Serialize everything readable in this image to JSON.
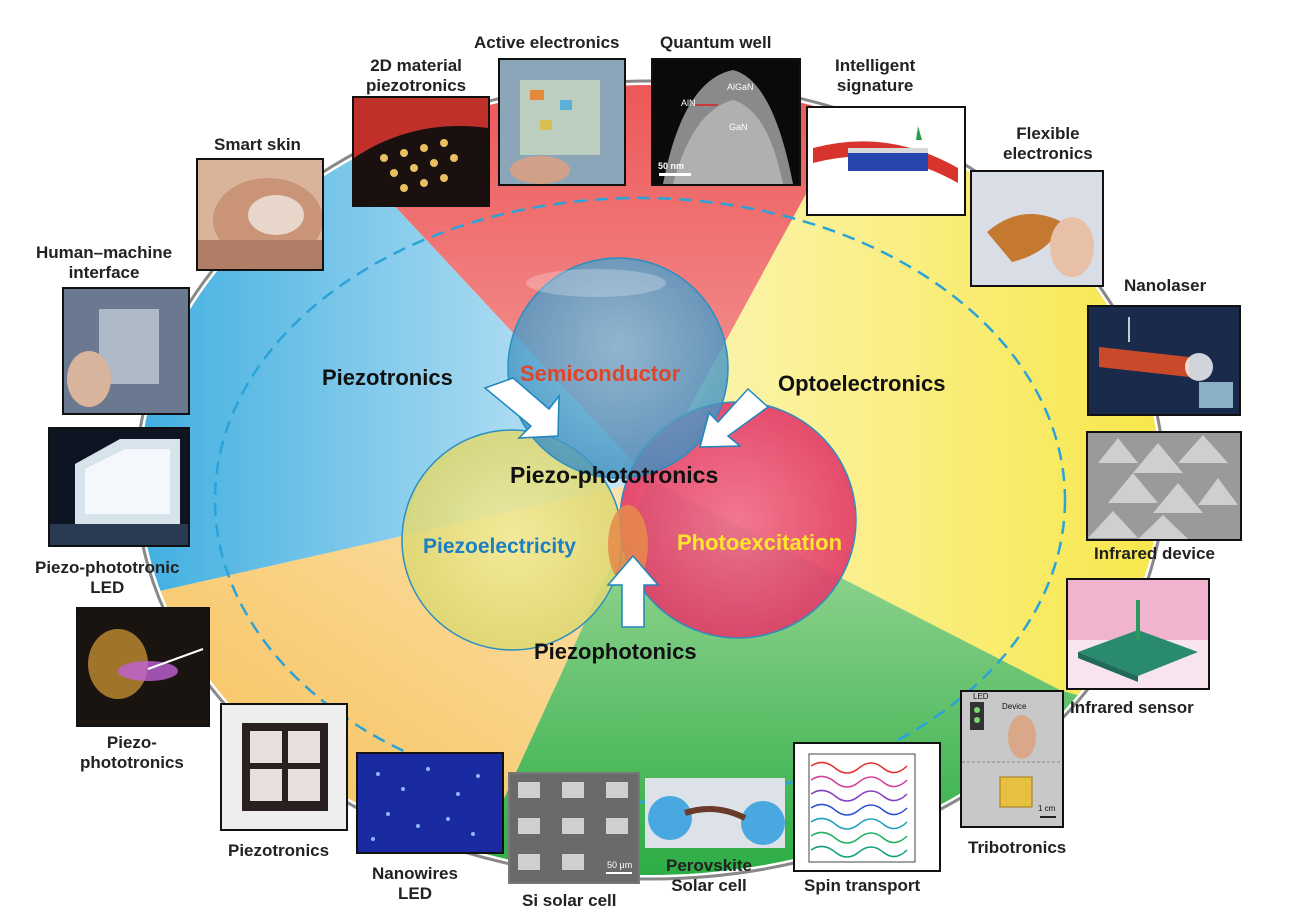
{
  "center": {
    "semiconductor": "Semiconductor",
    "photoexcitation": "Photoexcitation",
    "piezoelectricity": "Piezoelectricity",
    "piezo_phototronics": "Piezo-phototronics",
    "piezotronics": "Piezotronics",
    "optoelectronics": "Optoelectronics",
    "piezophotonics": "Piezophotonics"
  },
  "colors": {
    "semiconductor_circle": "#5aa8cf",
    "photoexcitation_circle": "#e8416a",
    "piezoelectricity_circle": "#e6df7a",
    "semiconductor_text": "#e0452a",
    "photoexcitation_text": "#ffe62a",
    "piezoelectricity_text": "#1a7fc4",
    "sector_red": "#ee5a5a",
    "sector_yellow": "#f7e845",
    "sector_green": "#35b64a",
    "sector_orange": "#f7c356",
    "sector_blue": "#2aa8df",
    "dashed_ellipse": "#2aa3d8"
  },
  "applications": {
    "active_electronics": "Active electronics",
    "quantum_well": "Quantum well",
    "quantum_well_aln": "AlN",
    "quantum_well_algan": "AlGaN",
    "quantum_well_gan": "GaN",
    "quantum_well_scale": "50 nm",
    "material_2d": [
      "2D material",
      "piezotronics"
    ],
    "intelligent_signature": [
      "Intelligent",
      "signature"
    ],
    "flexible_electronics": [
      "Flexible",
      "electronics"
    ],
    "smart_skin": "Smart skin",
    "human_machine": [
      "Human–machine",
      "interface"
    ],
    "nanolaser": "Nanolaser",
    "infrared_device": "Infrared device",
    "piezo_led": [
      "Piezo-phototronic",
      "LED"
    ],
    "infrared_sensor": "Infrared sensor",
    "piezo_phototronics_app": [
      "Piezo-",
      "phototronics"
    ],
    "tribotronics": "Tribotronics",
    "piezotronics_app": "Piezotronics",
    "nanowires_led": [
      "Nanowires",
      "LED"
    ],
    "si_solar_cell": "Si solar cell",
    "si_scale": "50 μm",
    "perovskite": [
      "Perovskite",
      "Solar cell"
    ],
    "spin_transport": "Spin transport",
    "tribo_led": "LED",
    "tribo_device": "Device",
    "tribo_scale": "1 cm"
  }
}
